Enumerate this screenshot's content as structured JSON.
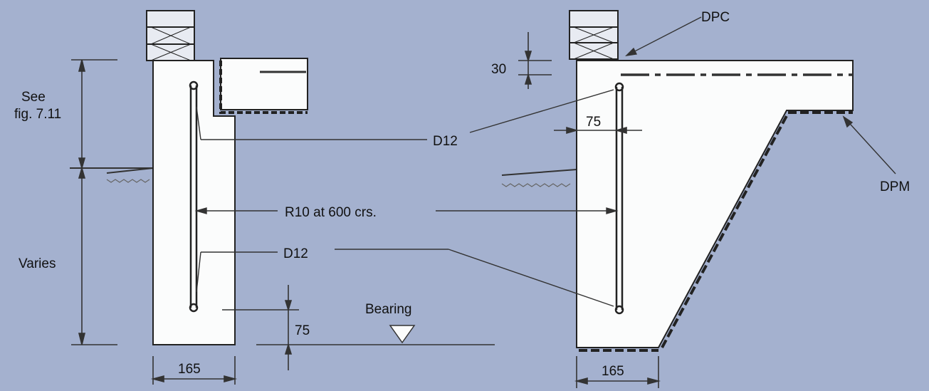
{
  "labels": {
    "see_fig": "See",
    "see_fig_2": "fig. 7.11",
    "varies": "Varies",
    "d12_top": "D12",
    "d12_bottom": "D12",
    "r10": "R10 at 600 crs.",
    "bearing": "Bearing",
    "dim_75_left": "75",
    "dim_165_left": "165",
    "dim_165_right": "165",
    "dim_75_right": "75",
    "dim_30": "30",
    "dpc": "DPC",
    "dpm": "DPM"
  },
  "colors": {
    "background": "#a4b1cf",
    "concrete": "#fbfcfc",
    "line": "#1a1a1a",
    "dim_line": "#2a2a2a"
  }
}
